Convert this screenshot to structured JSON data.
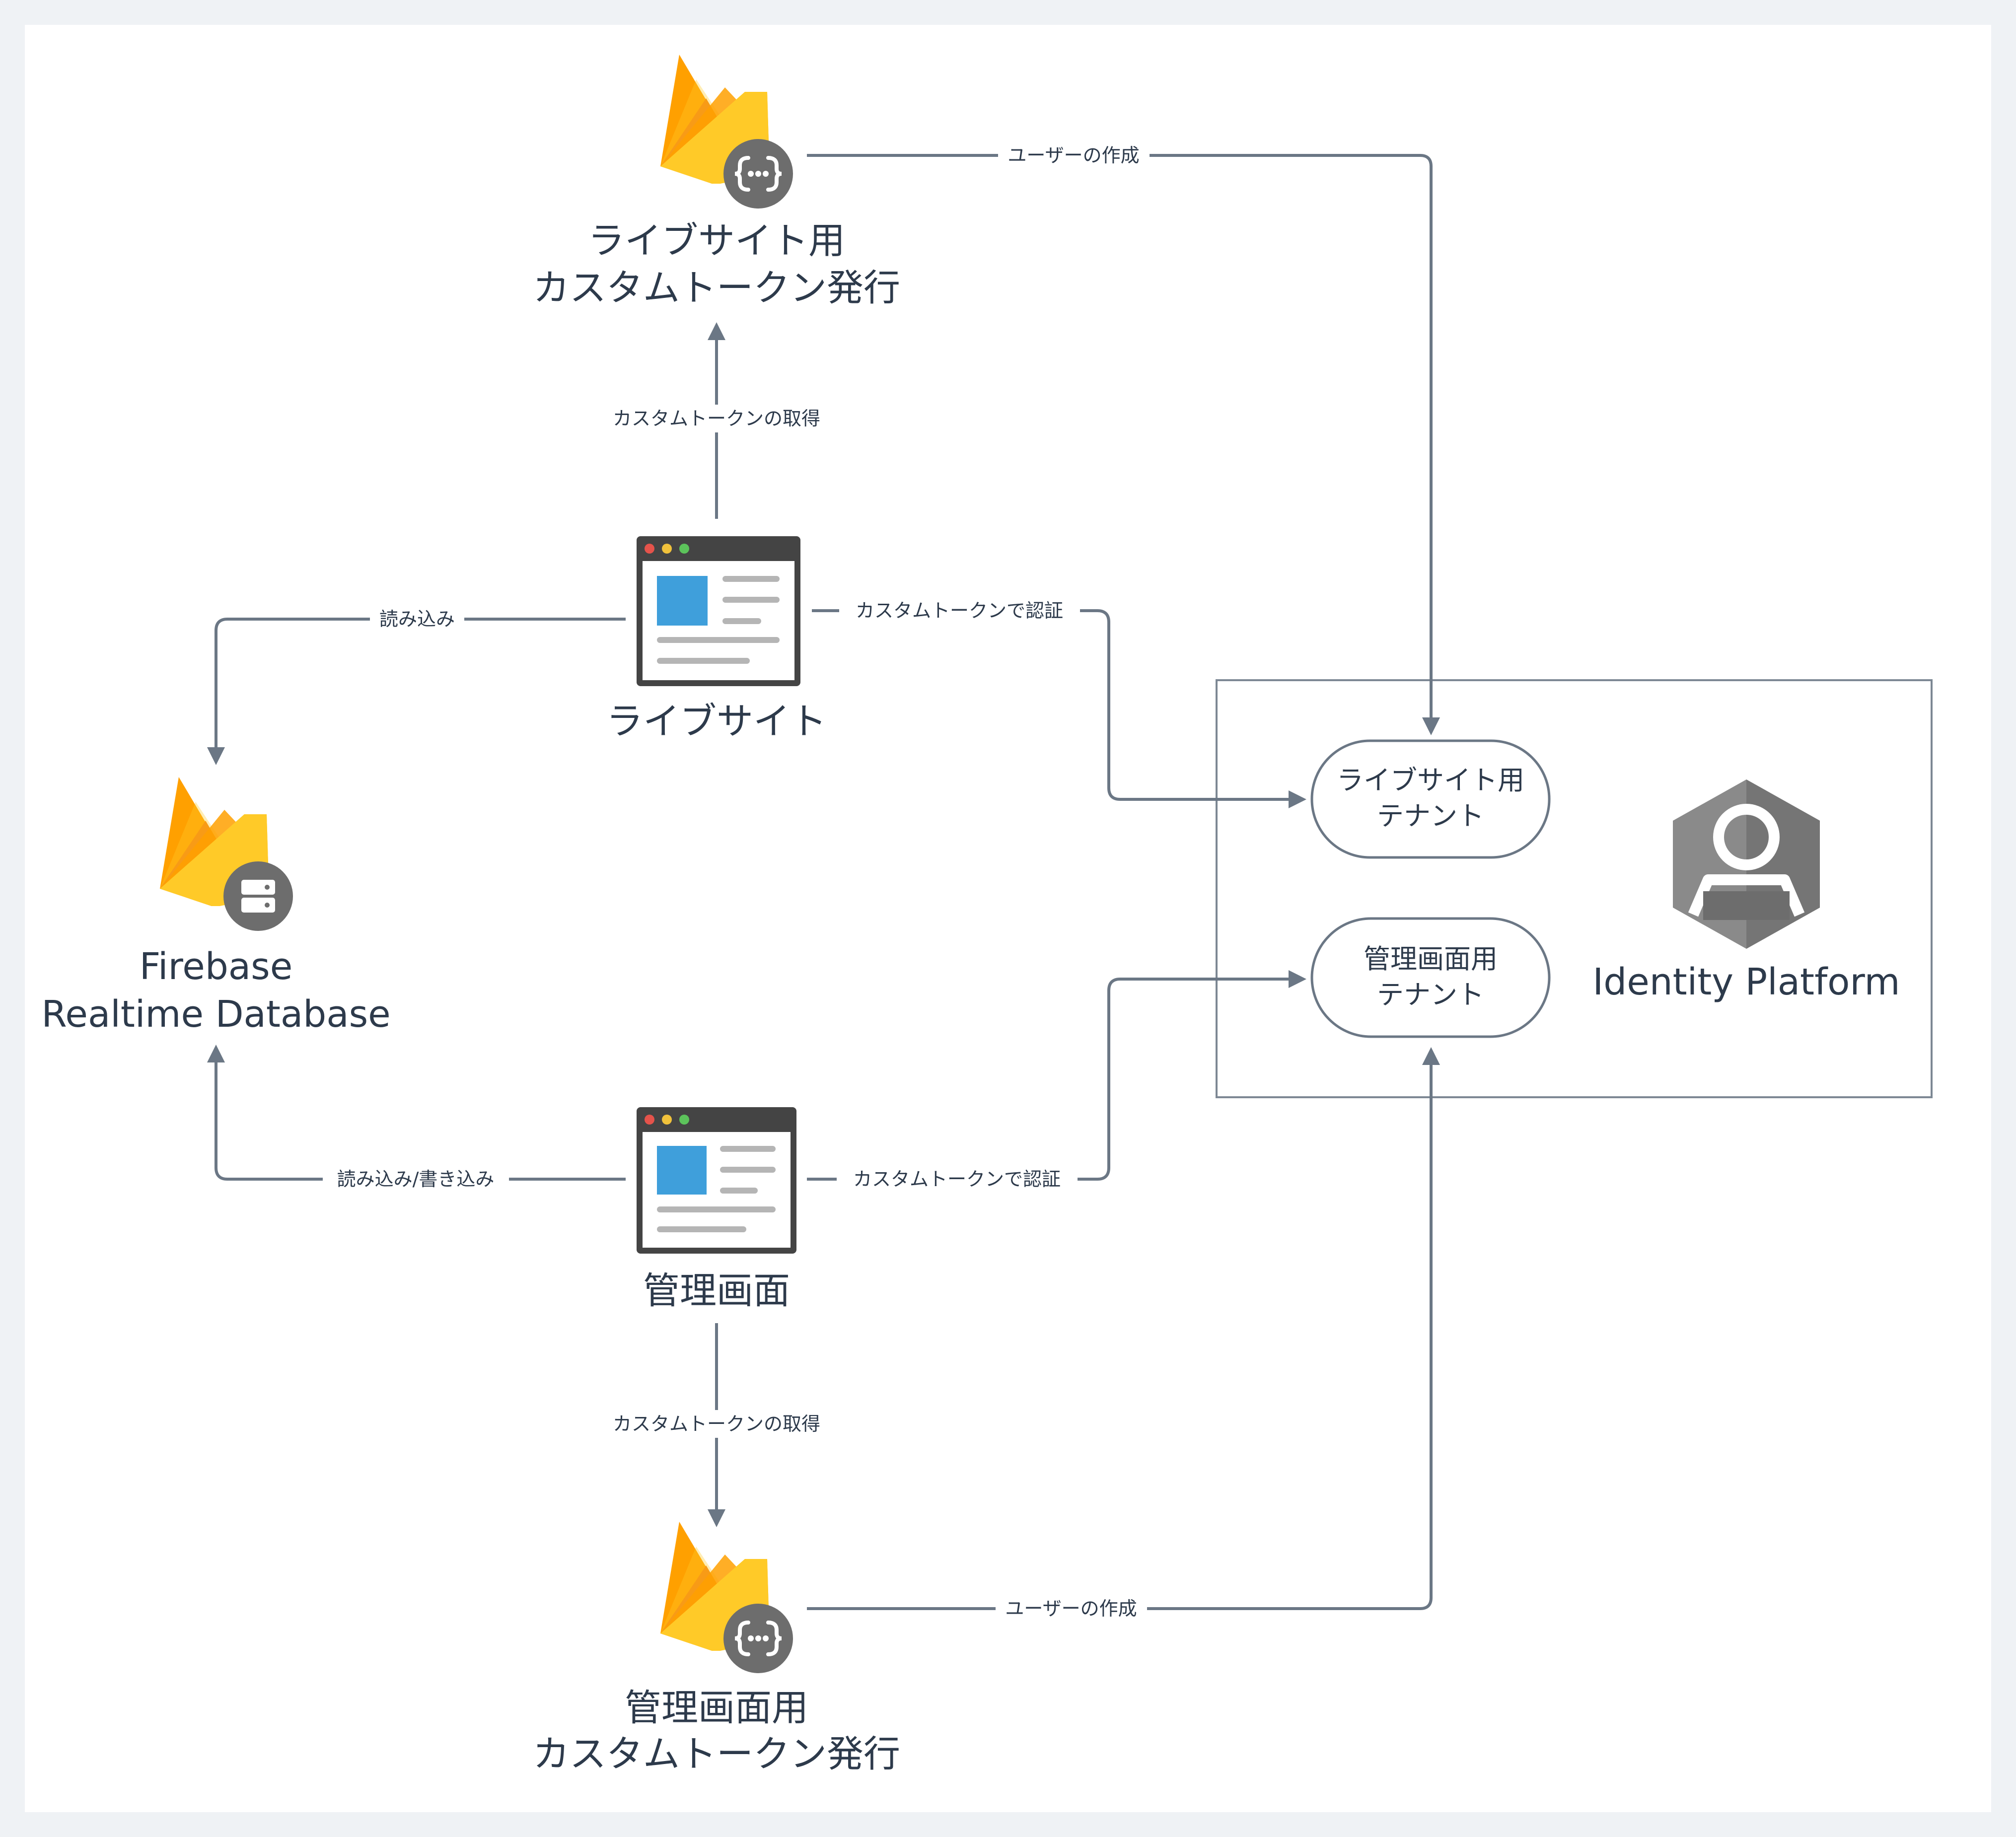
{
  "colors": {
    "background": "#eff2f5",
    "canvas": "#ffffff",
    "edge": "#6b7785",
    "text": "#2d3a4b",
    "firebase_dark": "#f5820d",
    "firebase_mid": "#ffa000",
    "firebase_light": "#ffca28",
    "badge": "#6d6d6d",
    "browser_frame": "#444444",
    "browser_image": "#3f9fdb",
    "identity_icon": "#757575"
  },
  "nodes": {
    "live_token": {
      "icon": "firebase-functions-icon",
      "line1": "ライブサイト用",
      "line2": "カスタムトークン発行"
    },
    "live_site": {
      "icon": "browser-window-icon",
      "label": "ライブサイト"
    },
    "rtdb": {
      "icon": "firebase-database-icon",
      "line1": "Firebase",
      "line2": "Realtime Database"
    },
    "admin_site": {
      "icon": "browser-window-icon",
      "label": "管理画面"
    },
    "admin_token": {
      "icon": "firebase-functions-icon",
      "line1": "管理画面用",
      "line2": "カスタムトークン発行"
    },
    "identity_platform": {
      "icon": "identity-platform-icon",
      "label": "Identity Platform",
      "tenants": [
        {
          "line1": "ライブサイト用",
          "line2": "テナント"
        },
        {
          "line1": "管理画面用",
          "line2": "テナント"
        }
      ]
    }
  },
  "edges": {
    "live_create_user": "ユーザーの作成",
    "live_get_token": "カスタムトークンの取得",
    "live_read": "読み込み",
    "live_auth": "カスタムトークンで認証",
    "admin_readwrite": "読み込み/書き込み",
    "admin_auth": "カスタムトークンで認証",
    "admin_get_token": "カスタムトークンの取得",
    "admin_create_user": "ユーザーの作成"
  }
}
